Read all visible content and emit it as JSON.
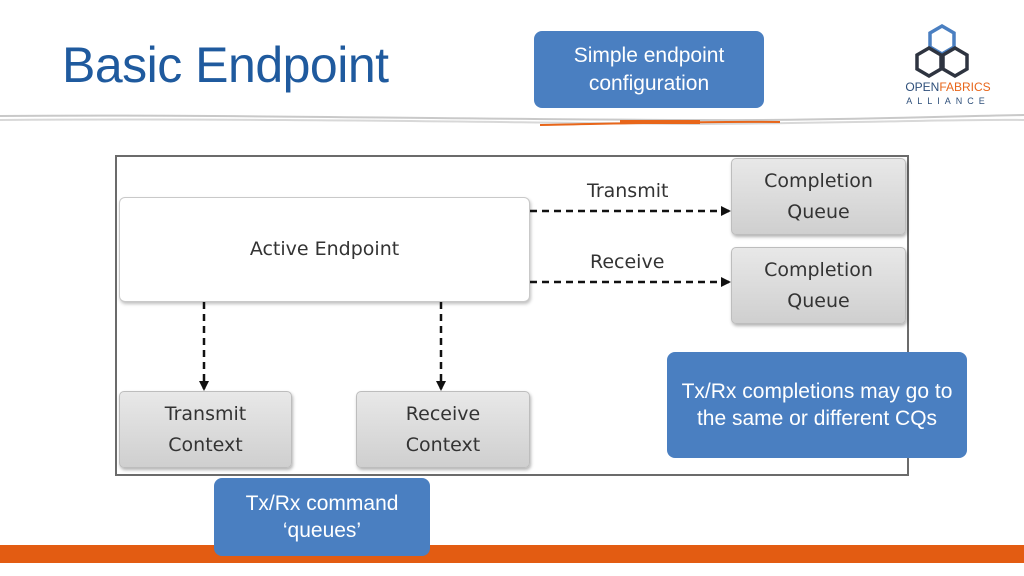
{
  "slide": {
    "title": "Basic Endpoint"
  },
  "logo": {
    "name_part1": "OPEN",
    "name_part2": "FABRICS",
    "subtitle": "ALLIANCE"
  },
  "callouts": {
    "top": "Simple endpoint configuration",
    "right": "Tx/Rx completions may go to the same or different CQs",
    "bottom": "Tx/Rx command ‘queues’"
  },
  "diagram": {
    "active_endpoint": "Active Endpoint",
    "completion_queue_1": [
      "Completion",
      "Queue"
    ],
    "completion_queue_2": [
      "Completion",
      "Queue"
    ],
    "transmit_context": [
      "Transmit",
      "Context"
    ],
    "receive_context": [
      "Receive",
      "Context"
    ],
    "edge_transmit": "Transmit",
    "edge_receive": "Receive"
  },
  "colors": {
    "title": "#1f5a9e",
    "callout": "#4a7fc1",
    "accent": "#e35c12"
  }
}
